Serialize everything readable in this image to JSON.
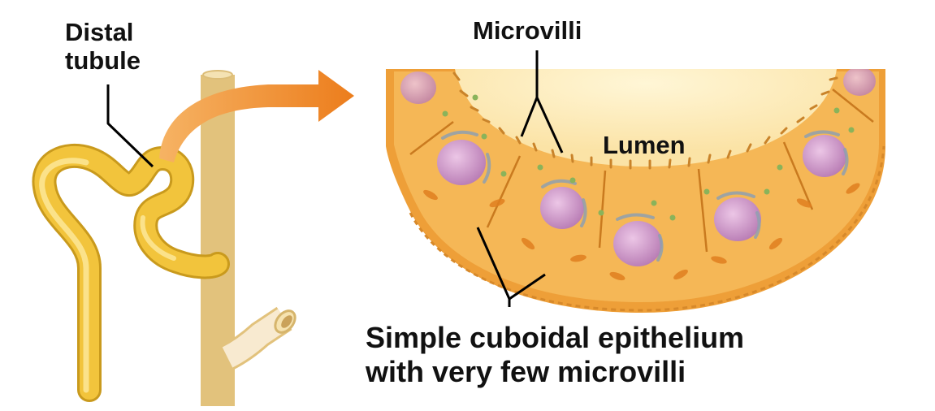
{
  "labels": {
    "distal_line1": "Distal",
    "distal_line2": "tubule",
    "microvilli": "Microvilli",
    "lumen": "Lumen",
    "epithelium_line1": "Simple cuboidal epithelium",
    "epithelium_line2": "with very few microvilli"
  },
  "colors": {
    "tubule": "#f2c43c",
    "duct": "#f7e6b4",
    "arrow": "#ef8a2a",
    "cell": "#f0aa45",
    "lumen": "#fdeeb9",
    "nucleus": "#c88ec3",
    "granule": "#8ab35a"
  }
}
